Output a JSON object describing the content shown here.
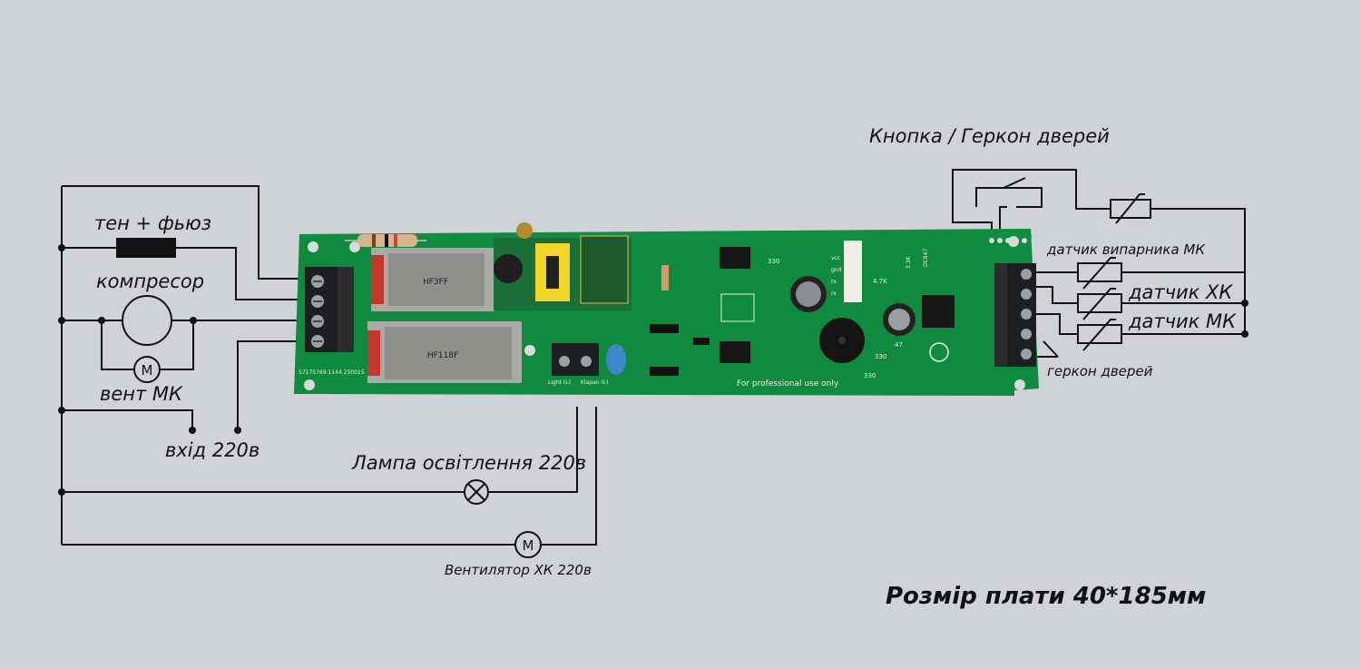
{
  "labels": {
    "heater": "тен + фьюз",
    "compressor": "компресор",
    "vent_mk": "вент МК",
    "input": "вхід 220в",
    "lamp": "Лампа освітлення 220в",
    "fan_hk": "Вентилятор ХК 220в",
    "door_button": "Кнопка / Геркон дверей",
    "evap_sensor": "датчик випарника МК",
    "sensor_hk": "датчик ХК",
    "sensor_mk": "датчик МК",
    "door_reed": "геркон дверей",
    "board_size": "Розмір плати 40*185мм"
  },
  "pcb": {
    "silk_professional": "For professional use only",
    "silk_serial": "57175769.1144.250015",
    "silk_light": "Light (L)",
    "silk_klapan": "Klapan (L)",
    "relay_top": "HF3FF",
    "relay_bottom": "HF118F",
    "buzzer_mark": "330",
    "resistor_330_a": "330",
    "resistor_330_b": "330",
    "resistor_47k": "4.7K",
    "resistor_47": "47",
    "resistor_33k": "3.3K",
    "ic_mark": "DC847",
    "header_vcc": "vcc",
    "header_gnd": "gnd",
    "header_tx": "tx",
    "header_rx": "rx"
  },
  "icons": {
    "motor_symbol": "M"
  },
  "colors": {
    "background": "#cfd2d6",
    "pcb": "#0f8a3e",
    "terminal": "#1c1e1f",
    "relay": "#c2382c",
    "wire": "#111111"
  }
}
